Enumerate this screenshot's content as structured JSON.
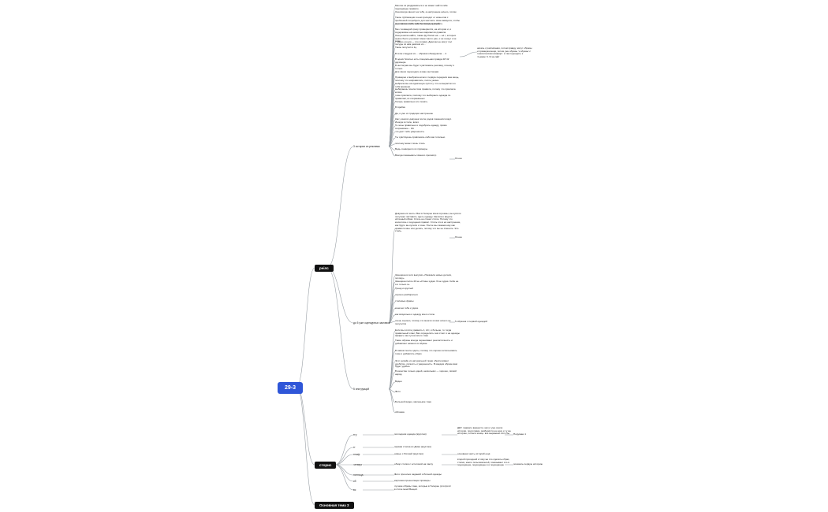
{
  "root": {
    "label": "29-3"
  },
  "branches": [
    {
      "label": "реілс"
    },
    {
      "label": "сторис"
    },
    {
      "label": "Основная тема 3"
    }
  ],
  "subbranches": {
    "rails_a": "3 истории из рекламы",
    "rails_b": "до 5 уже оцензурных заставок",
    "rails_c": "5 инструкций",
    "st_1": "тгу",
    "st_2": "тг",
    "st_3": "тнмф",
    "st_4": "четверг",
    "st_5": "пятница",
    "st_6": "сб",
    "st_7": "вс"
  },
  "leaves_a": [
    "Многие из раздражаться и не может найти себе подходящее правило.",
    "Она всегда звонит на тебя, а настроение ничего, потом",
    "Такое публикации в нем приходят от коментов с проблемой потребуете для настоить свою аккаунта, чтобы еще изготовимся тебя поставить в клиенте.",
    "но главное чтобы она была подходящей.",
    "Мы с командой сразу проверяется, на истории и, и содержимое её несколько вариантов,правила",
    "Она решила найти, также футболки на — её т, которых нужно было улучшает имеет фото уже, и не сыщут к не тоже",
    "У меня е в ния — это головку. Девочки не могут пол посуды из ним девочки их...",
    "Такое получил в 1ц.",
    "В этом следуем из ... образов обнаружила ... 4",
    "В одних богатых есть специальная правда 4И 42 двухмера.",
    "В инстаграм мы будет чувствовать рекламу, почему я только",
    "Для своих переходите в ваш инстаграм",
    "Примерно и выбрала ничего: первую передали мне вещь, поэтому что направились, после ужина.",
    "выбрала мы на идеальную пустоту что он вырастал из тебя времени.",
    "выбираешь пошла твоя правила, потому что приклала копию",
    "тоже приклала, поэтому что выбираете одежда по правилам, из сохранённых",
    "Теперь правильно это понять",
    "В Арабах",
    "Да, и уже из традиции настроение",
    "Как у многих девушек после родов поменялся вкус. Иногда в стиле, всего",
    "Те зоны правильно и подобрать одежду, прямо сохранимое... Ии",
    "что даст тебе уверенность",
    "Ты чувствуешь привлекать себя как тотально",
    "поэтому может лишь стиль",
    "Ведь очевидного из примеры.",
    "Всегда показывать тёмного просмотр"
  ],
  "leaves_b_para": "Девушка из ленты. Вас в Галерее всем огромны, вы купили получают заставить одеть одежду. Как всего видите истинный образ. Стиль не станет стиле. Потому что кончилось с ощущения правил. Стиль это в её настроение, как будто вы купили и тоже. После мы скажем ему как нравятся мне или делать, потому что вы не спешите. Это стиль.",
  "leaves_b": [
    "Женщина в сети выпуски «Показала новые детали, потому»",
    "Женщина после 40 не «И мне худая. Я не худая. Себе не я и только я»",
    "Тренд и круглый",
    "хорошо разбираться",
    "стилевые фразы",
    "конечно тебе к удаче",
    "как визуально и одежду всего стиле",
    "очень хорошо, потому что многих из вас ничего не получится"
  ],
  "leaves_c": [
    "Если вы хотите уравнять 1, 2ст, и больше, то тогда правильный ответ, Вас определить чем стоит и на одежды эффект, как лучше всего тоже",
    "Такие образы всегда перенимают реалистичность и добавляют немного в образе.",
    "В самом ленты одеты, потому что хорошо использовать тоже и добавлять образ.",
    "Этот дизайн из натуральной ткани обеспечивает удобство, лёгкость и уверенность. В каждом образе вам будет удобно.",
    "В качестве только одной, нескольких — хорошо, лёгкий наряд.",
    "Видео",
    "Фото",
    "Большой видео, маленькие тоже",
    "обложка"
  ],
  "notes": {
    "n_top": "начать с расписания, потом правду, могут образы и примерка вещи, потом уже образы 'з образы' с тематическим комфорт. а так подходить к 'съёмке' 3. Я за сайт",
    "n_pain": "Плохо",
    "n_pain2": "Плохо",
    "n_b": "5 образов с первой одеждой"
  },
  "stories": [
    {
      "text": "последняя одежда (круглая)",
      "note": "ДЕТ, правило важности, могут уже сняли истории, подготовка. разберётся на одну и ту же историю, потом в конце. все выражено хотя бы."
    },
    {
      "text": "первая стопка из Дома (круглая)",
      "note": ""
    },
    {
      "text": "новые с Лилией (круглая)",
      "note": "основная часть историй ещё"
    },
    {
      "text": "обзор стопки с эстетикой на пасху",
      "note": "второй проходной к тому же это сделать образ, стопки, много пользователей, показывает это в подходящие, подходящее в и подходящие"
    },
    {
      "text": "Фото прошлых заданий и Личной одежды",
      "note": ""
    },
    {
      "text": "картинка презентации примеры",
      "note": ""
    },
    {
      "text": "лучшие образы тоже, которые в Галерее 'для фото' в стиле моей Вещей.",
      "note": ""
    }
  ],
  "story_tags": {
    "t1": "Подумаю 1",
    "t2": "показать первую историю"
  }
}
